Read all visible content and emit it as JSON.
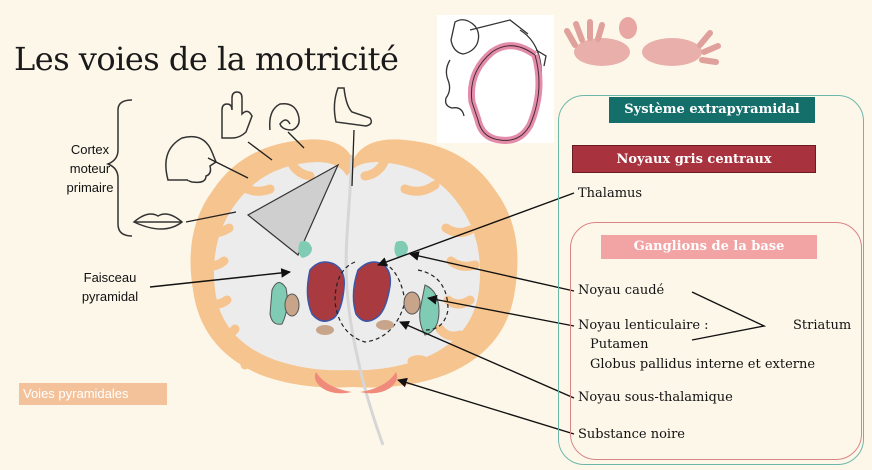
{
  "title": "Les voies de la motricité",
  "cortex_label": "Cortex moteur primaire",
  "faisceau_label": "Faisceau pyramidal",
  "voies_pyramidales": "Voies pyramidales",
  "systeme_extrapyramidal": "Système extrapyramidal",
  "noyaux_gris_centraux": "Noyaux gris centraux",
  "ganglions_de_la_base": "Ganglions de la base",
  "structures": {
    "thalamus": "Thalamus",
    "noyau_caude": "Noyau caudé",
    "noyau_lenticulaire": "Noyau lenticulaire :",
    "striatum": "Striatum",
    "putamen": "Putamen",
    "globus_pallidus": "Globus pallidus interne et externe",
    "noyau_sous_thalamique": "Noyau sous-thalamique",
    "substance_noire": "Substance noire"
  },
  "colors": {
    "background": "#fdf7ea",
    "teal_dark": "#146e6a",
    "burgundy": "#a8323d",
    "pink": "#f2a3a3",
    "cortex_orange": "#f6c48e",
    "thalamus_red": "#a83a40",
    "nucleus_teal": "#7fcbb3",
    "nucleus_tan": "#c8a58a",
    "substantia_nigra": "#f08a7a"
  }
}
